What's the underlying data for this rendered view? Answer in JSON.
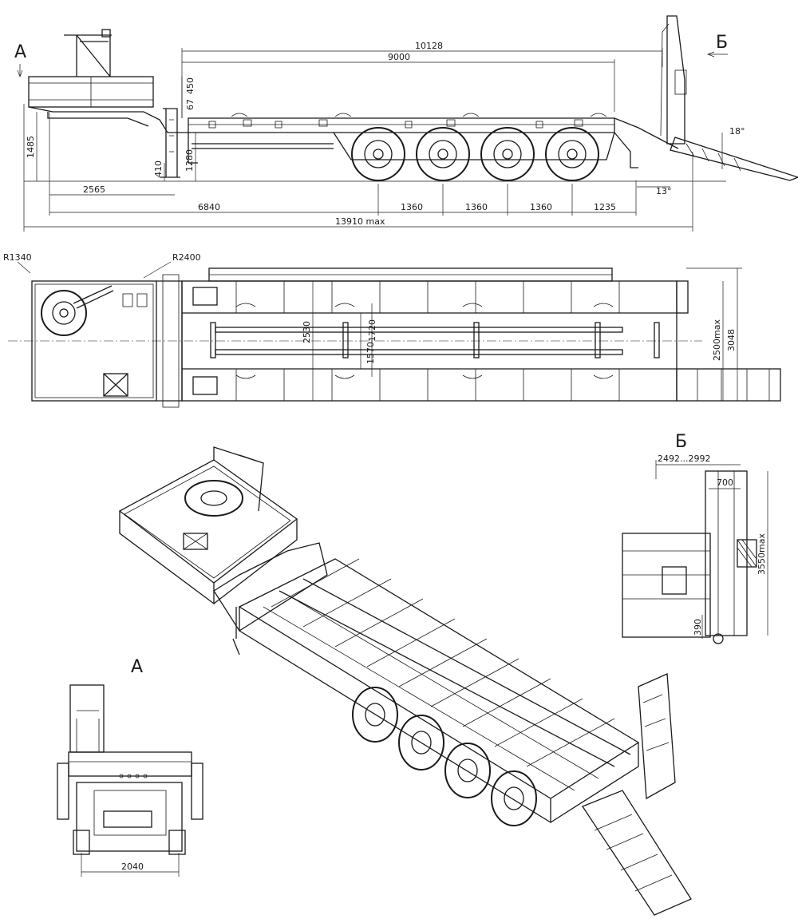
{
  "views": {
    "side_label_a": "А",
    "side_label_b": "Б",
    "rear_view_title": "Б",
    "front_view_title": "А"
  },
  "side_dimensions": {
    "overall_deck": "10128",
    "main_deck": "9000",
    "total_length": "13910 max",
    "front_overhang": "2565",
    "kingpin_to_axle": "6840",
    "axle_spacing_1": "1360",
    "axle_spacing_2": "1360",
    "axle_spacing_3": "1360",
    "rear_overhang": "1235",
    "gooseneck_height": "1485",
    "deck_height": "1280",
    "coupling_height": "410",
    "step_height": "450",
    "step_small": "67",
    "ramp_angle": "18°",
    "departure_angle": "13°"
  },
  "top_dimensions": {
    "front_radius": "R1340",
    "swing_radius": "R2400",
    "frame_width": "2530",
    "track_outer": "1720",
    "track_inner": "1570",
    "width_max": "2500max",
    "ramp_width": "3048"
  },
  "rear_view_dimensions": {
    "ramp_spread": "2492...2992",
    "ramp_width": "700",
    "height_max": "3550max",
    "ramp_ground": "390"
  },
  "front_view_dimensions": {
    "width": "2040"
  }
}
